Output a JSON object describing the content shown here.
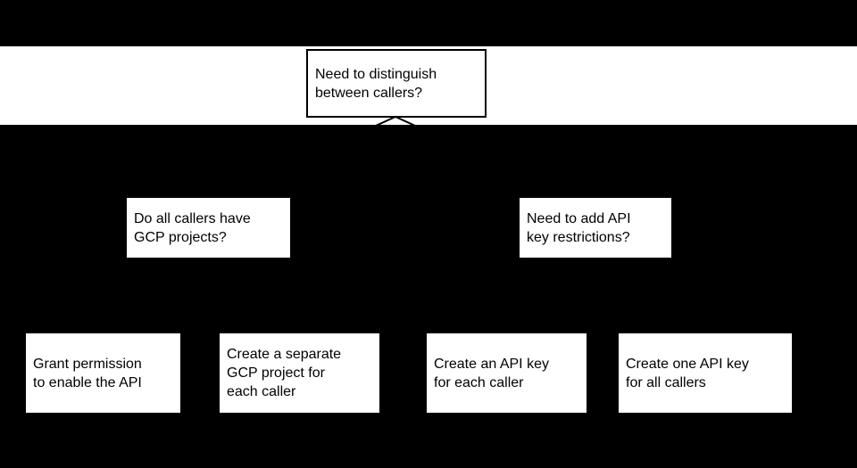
{
  "diagram": {
    "type": "flowchart",
    "nodes": {
      "root": {
        "label": "Need to distinguish between callers?",
        "lines": [
          "Need to distinguish",
          "between callers?"
        ]
      },
      "left_question": {
        "label": "Do all callers have GCP projects?",
        "lines": [
          "Do all callers have",
          "GCP projects?"
        ]
      },
      "right_question": {
        "label": "Need to add API key restrictions?",
        "lines": [
          "Need to add API",
          "key restrictions?"
        ]
      },
      "outcome1": {
        "label": "Grant permission to enable the API",
        "lines": [
          "Grant permission",
          "to enable the API"
        ]
      },
      "outcome2": {
        "label": "Create a separate GCP project for each caller",
        "lines": [
          "Create a separate",
          "GCP project for",
          "each caller"
        ]
      },
      "outcome3": {
        "label": "Create an API key for each caller",
        "lines": [
          "Create an API key",
          "for each caller"
        ]
      },
      "outcome4": {
        "label": "Create one API key for all callers",
        "lines": [
          "Create one API key",
          "for all callers"
        ]
      }
    },
    "colors": {
      "background": "#000000",
      "band": "#ffffff",
      "node_fill": "#ffffff",
      "node_border": "#000000",
      "text": "#000000"
    }
  }
}
